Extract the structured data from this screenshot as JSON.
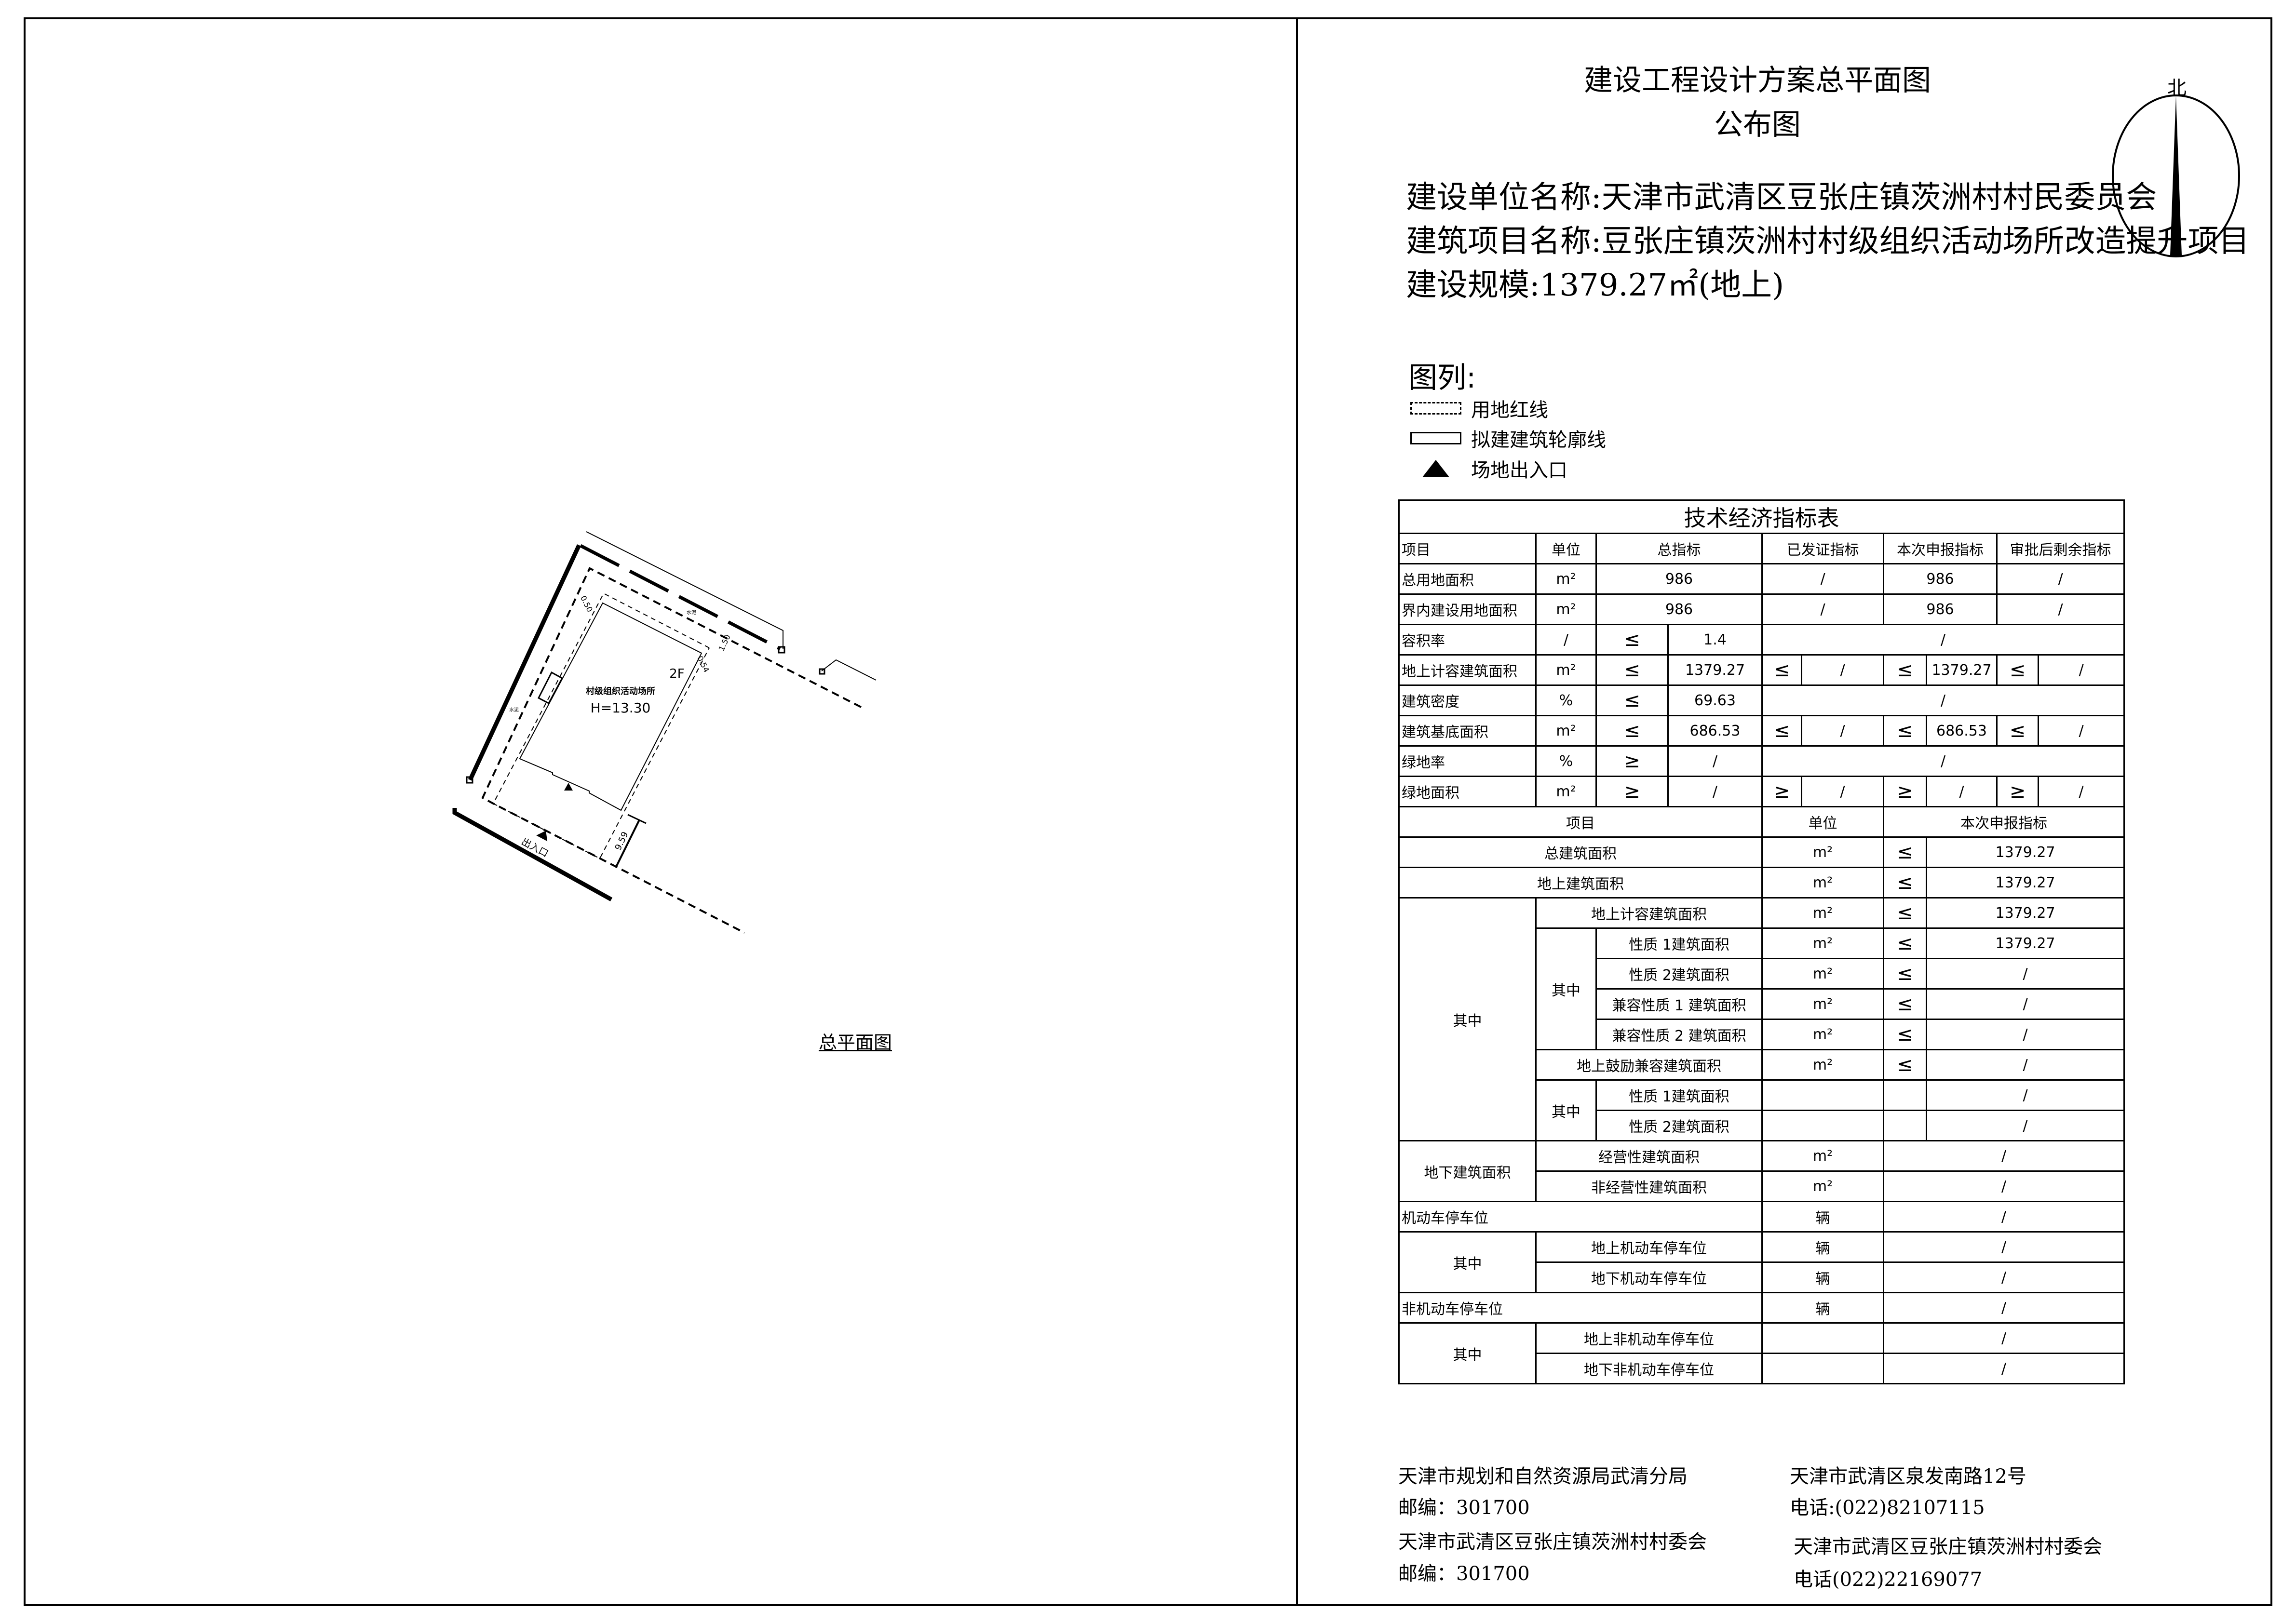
{
  "header": {
    "title": "建设工程设计方案总平面图",
    "subtitle": "公布图",
    "unit_line": "建设单位名称:天津市武清区豆张庄镇茨洲村村民委员会",
    "project_line": "建筑项目名称:豆张庄镇茨洲村村级组织活动场所改造提升项目",
    "scale_line": "建设规模:1379.27㎡(地上)"
  },
  "north_arrow": {
    "label": "北",
    "icon": "north-arrow-icon"
  },
  "legend": {
    "title": "图列:",
    "items": [
      {
        "label": "用地红线",
        "icon": "dashed-rect-icon"
      },
      {
        "label": "拟建建筑轮廓线",
        "icon": "solid-rect-icon"
      },
      {
        "label": "场地出入口",
        "icon": "triangle-icon"
      }
    ]
  },
  "site_plan": {
    "caption": "总平面图",
    "building_name": "村级组织活动场所",
    "building_height": "H=13.30",
    "floors": "2F",
    "entrance": "出入口",
    "dim_left": "0.50",
    "dim_top": "1.50",
    "dim_right": "0.54",
    "dim_bottom": "9.59",
    "road_label_1": "水泥",
    "road_label_2": "水泥"
  },
  "table": {
    "title": "技术经济指标表",
    "header": [
      "项目",
      "单位",
      "总指标",
      "已发证指标",
      "本次申报指标",
      "审批后剩余指标"
    ],
    "rows": [
      {
        "item": "总用地面积",
        "unit": "m²",
        "total": "986",
        "issued": "/",
        "current": "986",
        "remaining": "/"
      },
      {
        "item": "界内建设用地面积",
        "unit": "m²",
        "total": "986",
        "issued": "/",
        "current": "986",
        "remaining": "/"
      },
      {
        "item": "容积率",
        "unit": "/",
        "total_op": "≤",
        "total": "1.4",
        "rest": "/"
      },
      {
        "item": "地上计容建筑面积",
        "unit": "m²",
        "total_op": "≤",
        "total": "1379.27",
        "issued_op": "≤",
        "issued": "/",
        "current_op": "≤",
        "current": "1379.27",
        "remaining_op": "≤",
        "remaining": "/"
      },
      {
        "item": "建筑密度",
        "unit": "%",
        "total_op": "≤",
        "total": "69.63",
        "rest": "/"
      },
      {
        "item": "建筑基底面积",
        "unit": "m²",
        "total_op": "≤",
        "total": "686.53",
        "issued_op": "≤",
        "issued": "/",
        "current_op": "≤",
        "current": "686.53",
        "remaining_op": "≤",
        "remaining": "/"
      },
      {
        "item": "绿地率",
        "unit": "%",
        "total_op": "≥",
        "total": "/",
        "rest": "/"
      },
      {
        "item": "绿地面积",
        "unit": "m²",
        "total_op": "≥",
        "total": "/",
        "issued_op": "≥",
        "issued": "/",
        "current_op": "≥",
        "current": "/",
        "remaining_op": "≥",
        "remaining": "/"
      }
    ],
    "detail_header": [
      "项目",
      "单位",
      "本次申报指标"
    ],
    "detail": {
      "total_area": {
        "item": "总建筑面积",
        "unit": "m²",
        "op": "≤",
        "value": "1379.27"
      },
      "above_area": {
        "item": "地上建筑面积",
        "unit": "m²",
        "op": "≤",
        "value": "1379.27"
      },
      "of_which": "其中",
      "far_area": {
        "item": "地上计容建筑面积",
        "unit": "m²",
        "op": "≤",
        "value": "1379.27"
      },
      "far_sub": [
        {
          "item": "性质 1建筑面积",
          "unit": "m²",
          "op": "≤",
          "value": "1379.27"
        },
        {
          "item": "性质 2建筑面积",
          "unit": "m²",
          "op": "≤",
          "value": "/"
        },
        {
          "item": "兼容性质 1 建筑面积",
          "unit": "m²",
          "op": "≤",
          "value": "/"
        },
        {
          "item": "兼容性质 2 建筑面积",
          "unit": "m²",
          "op": "≤",
          "value": "/"
        }
      ],
      "incentive_area": {
        "item": "地上鼓励兼容建筑面积",
        "unit": "m²",
        "op": "≤",
        "value": "/"
      },
      "incentive_sub": [
        {
          "item": "性质 1建筑面积",
          "value": "/"
        },
        {
          "item": "性质 2建筑面积",
          "value": "/"
        }
      ],
      "underground": {
        "item": "地下建筑面积"
      },
      "underground_sub": [
        {
          "item": "经营性建筑面积",
          "unit": "m²",
          "value": "/"
        },
        {
          "item": "非经营性建筑面积",
          "unit": "m²",
          "value": "/"
        }
      ],
      "motor": {
        "item": "机动车停车位",
        "unit": "辆",
        "value": "/"
      },
      "motor_sub": [
        {
          "item": "地上机动车停车位",
          "unit": "辆",
          "value": "/"
        },
        {
          "item": "地下机动车停车位",
          "unit": "辆",
          "value": "/"
        }
      ],
      "nonmotor": {
        "item": "非机动车停车位",
        "unit": "辆",
        "value": "/"
      },
      "nonmotor_sub": [
        {
          "item": "地上非机动车停车位",
          "value": "/"
        },
        {
          "item": "地下非机动车停车位",
          "value": "/"
        }
      ]
    }
  },
  "footer": {
    "org1": "天津市规划和自然资源局武清分局",
    "org1_zip": "邮编：301700",
    "org1_addr": "天津市武清区泉发南路12号",
    "org1_phone": "电话:(022)82107115",
    "org2": "天津市武清区豆张庄镇茨洲村村委会",
    "org2_zip": "邮编：301700",
    "org2_name_right": "天津市武清区豆张庄镇茨洲村村委会",
    "org2_phone": "电话(022)22169077"
  }
}
